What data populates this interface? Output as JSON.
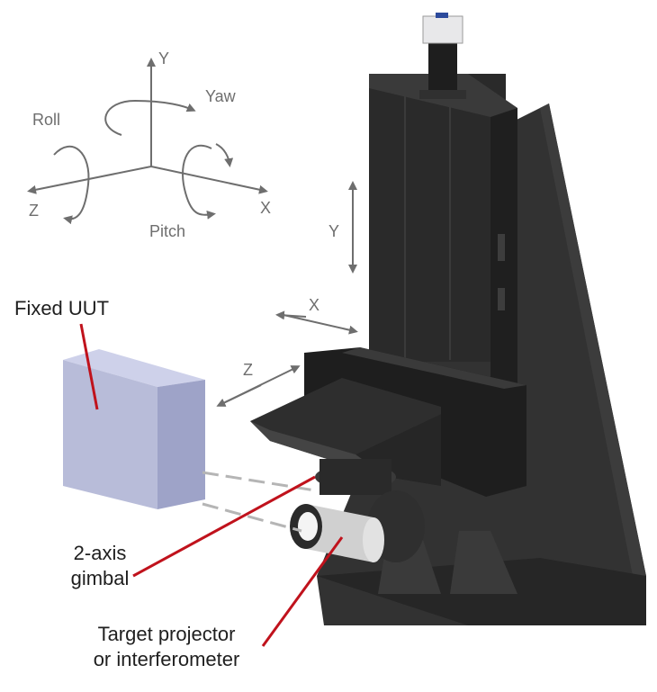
{
  "colors": {
    "axis_gray": "#6e6e6e",
    "callout_red": "#c0121c",
    "machine_dark": "#2b2b2b",
    "uut_face": "#b8bcd9",
    "uut_side": "#9ea3c8",
    "uut_top": "#ced1ea"
  },
  "axes_triad": {
    "y": "Y",
    "x": "X",
    "z": "Z",
    "yaw": "Yaw",
    "roll": "Roll",
    "pitch": "Pitch"
  },
  "stage_axes": {
    "y": "Y",
    "x": "X",
    "z": "Z"
  },
  "callouts": {
    "fixed_uut": "Fixed UUT",
    "gimbal_line1": "2-axis",
    "gimbal_line2": "gimbal",
    "projector_line1": "Target projector",
    "projector_line2": "or interferometer"
  },
  "icons": {
    "motor": "stepper-motor-icon",
    "uut": "uut-block-icon"
  }
}
